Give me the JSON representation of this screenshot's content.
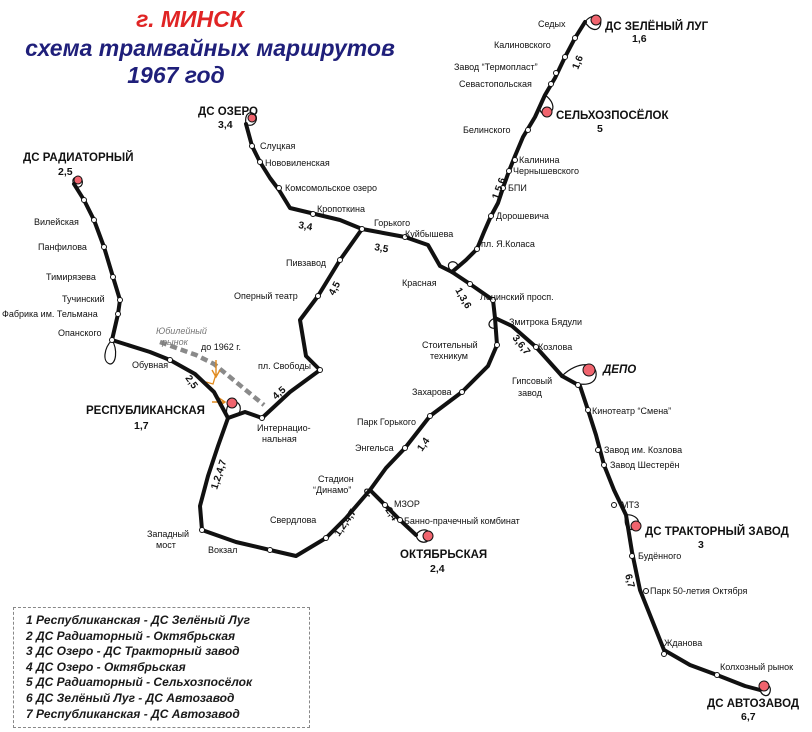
{
  "title": {
    "city": "г. МИНСК",
    "subtitle": "схема трамвайных маршрутов",
    "year": "1967 год"
  },
  "colors": {
    "title_city": "#e02424",
    "title_sub": "#1f1f7a",
    "line": "#111111",
    "depot": "#f0646e",
    "old_line": "#8a8a8a",
    "arrow": "#e08a1e"
  },
  "terminals": {
    "zeleny_lug": "ДС ЗЕЛЁНЫЙ ЛУГ",
    "zeleny_lug_routes": "1,6",
    "selhoz": "СЕЛЬХОЗПОСЁЛОК",
    "selhoz_routes": "5",
    "ozero": "ДС ОЗЕРО",
    "ozero_routes": "3,4",
    "radiatorny": "ДС РАДИАТОРНЫЙ",
    "radiatorny_routes": "2,5",
    "respublikanskaya": "РЕСПУБЛИКАНСКАЯ",
    "respublikanskaya_routes": "1,7",
    "depo": "ДЕПО",
    "traktorny": "ДС ТРАКТОРНЫЙ ЗАВОД",
    "traktorny_routes": "3",
    "oktyabrskaya": "ОКТЯБРЬСКАЯ",
    "oktyabrskaya_routes": "2,4",
    "avtozavod": "ДС АВТОЗАВОД",
    "avtozavod_routes": "6,7"
  },
  "stops": {
    "sedyh": "Седых",
    "kalinovskogo": "Калиновского",
    "termoplast": "Завод “Термопласт”",
    "sevastopolskaya": "Севастопольская",
    "belinskogo": "Белинского",
    "kalinina": "Калинина",
    "chernyshevskogo": "Чернышевского",
    "bpi": "БПИ",
    "doroshevicha": "Дорошевича",
    "kolasa": "пл. Я.Коласа",
    "slutskaya": "Слуцкая",
    "novovilenskaya": "Нововиленская",
    "komsomolskoe": "Комсомольское озеро",
    "kropotkina": "Кропоткина",
    "gorkogo": "Горького",
    "kuybysheva": "Куйбышева",
    "krasnaya": "Красная",
    "leninsky": "Ленинский просп.",
    "vileyskaya": "Вилейская",
    "panfilova": "Панфилова",
    "timiryazeva": "Тимирязева",
    "tuchinsky": "Тучинский",
    "telmana": "Фабрика им. Тельмана",
    "opanskogo": "Опанского",
    "pivzavod": "Пивзавод",
    "operny": "Оперный театр",
    "svobody": "пл. Свободы",
    "obuvnaya": "Обувная",
    "yubileyny": "Юбилейный рынок",
    "do1962": "до 1962 г.",
    "internatsionalnaya_1": "Интернацио-",
    "internatsionalnaya_2": "нальная",
    "byadulya": "Змитрока Бядули",
    "stroitelny_1": "Стоительный",
    "stroitelny_2": "техникум",
    "kozlova_st": "Козлова",
    "gipsovy_1": "Гипсовый",
    "gipsovy_2": "завод",
    "smena": "Кинотеатр “Смена”",
    "zavod_kozlova": "Завод им. Козлова",
    "shesteren": "Завод Шестерён",
    "mtz": "МТЗ",
    "budennogo": "Будённого",
    "park50": "Парк 50-летия Октября",
    "zhdanova": "Жданова",
    "kolhozny": "Колхозный рынок",
    "zaharova": "Захарова",
    "park_gorkogo": "Парк Горького",
    "engelsa": "Энгельса",
    "stadion_1": "Стадион",
    "stadion_2": "“Динамо”",
    "mzor": "МЗОР",
    "bannoe": "Банно-прачечный комбинат",
    "sverdlova": "Свердлова",
    "zapadny_1": "Западный",
    "zapadny_2": "мост",
    "vokzal": "Вокзал"
  },
  "segment_labels": {
    "s16": "1,6",
    "s156": "1,5,6",
    "s34": "3,4",
    "s35": "3,5",
    "s136": "1,3,6",
    "s45a": "4,5",
    "s45b": "4,5",
    "s25": "2,5",
    "s367": "3,6,7",
    "s1247a": "1,2,4,7",
    "s1247b": "1,2,4,7",
    "s14": "1,4",
    "s24": "2,4",
    "s67": "6,7"
  },
  "legend": [
    "1 Республиканская - ДС Зелёный Луг",
    "2 ДС Радиаторный - Октябрьская",
    "3 ДС Озеро - ДС Тракторный завод",
    "4 ДС Озеро - Октябрьская",
    "5 ДС Радиаторный - Сельхозпосёлок",
    "6 ДС Зелёный Луг - ДС Автозавод",
    "7 Республиканская - ДС Автозавод"
  ]
}
